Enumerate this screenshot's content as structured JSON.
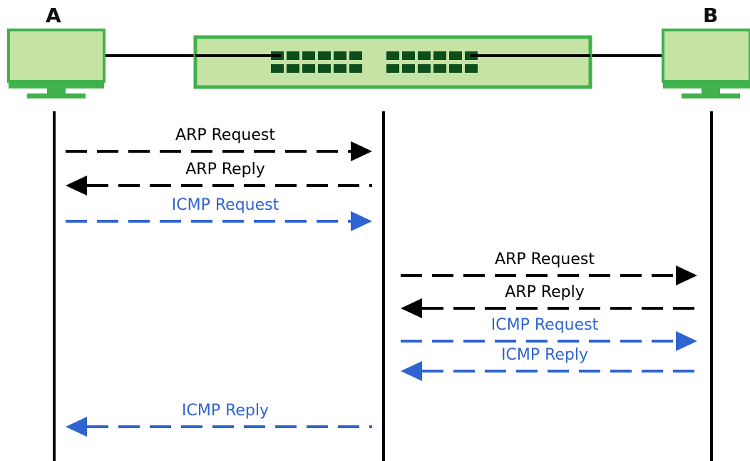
{
  "nodes": {
    "a_label": "A",
    "b_label": "B"
  },
  "colors": {
    "monitor_fill": "#c5e3a4",
    "monitor_border": "#41b14c",
    "switch_fill": "#c5e3a4",
    "switch_border": "#41b14c",
    "switch_port": "#0e4d1c",
    "line": "#000000",
    "arp_color": "#000000",
    "icmp_color": "#2f63d1"
  },
  "messages": [
    {
      "label": "ARP Request",
      "kind": "arp",
      "direction": "right",
      "segment": "A-switch"
    },
    {
      "label": "ARP Reply",
      "kind": "arp",
      "direction": "left",
      "segment": "A-switch"
    },
    {
      "label": "ICMP Request",
      "kind": "icmp",
      "direction": "right",
      "segment": "A-switch"
    },
    {
      "label": "ARP Request",
      "kind": "arp",
      "direction": "right",
      "segment": "switch-B"
    },
    {
      "label": "ARP Reply",
      "kind": "arp",
      "direction": "left",
      "segment": "switch-B"
    },
    {
      "label": "ICMP Request",
      "kind": "icmp",
      "direction": "right",
      "segment": "switch-B"
    },
    {
      "label": "ICMP Reply",
      "kind": "icmp",
      "direction": "left",
      "segment": "switch-B"
    },
    {
      "label": "ICMP Reply",
      "kind": "icmp",
      "direction": "left",
      "segment": "A-switch"
    }
  ]
}
